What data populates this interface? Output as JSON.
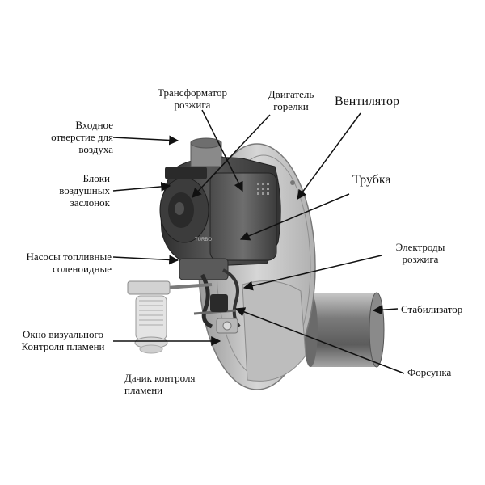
{
  "labels": {
    "transformer": [
      "Трансформатор",
      "розжига"
    ],
    "burner_motor": [
      "Двигатель",
      "горелки"
    ],
    "fan": [
      "Вентилятор"
    ],
    "air_inlet": [
      "Входное",
      "отверстие для",
      "воздуха"
    ],
    "air_dampers": [
      "Блоки",
      "воздушных",
      "заслонок"
    ],
    "tube": [
      "Трубка"
    ],
    "fuel_pumps": [
      "Насосы топливные",
      "соленоидные"
    ],
    "ignition_electrodes": [
      "Электроды",
      "розжига"
    ],
    "stabilizer": [
      "Стабилизатор"
    ],
    "flame_window": [
      "Окно визуального",
      "Контроля пламени"
    ],
    "nozzle": [
      "Форсунка"
    ],
    "flame_sensor": [
      "Дачик контроля",
      "пламени"
    ]
  },
  "product_marking": "TURBO"
}
